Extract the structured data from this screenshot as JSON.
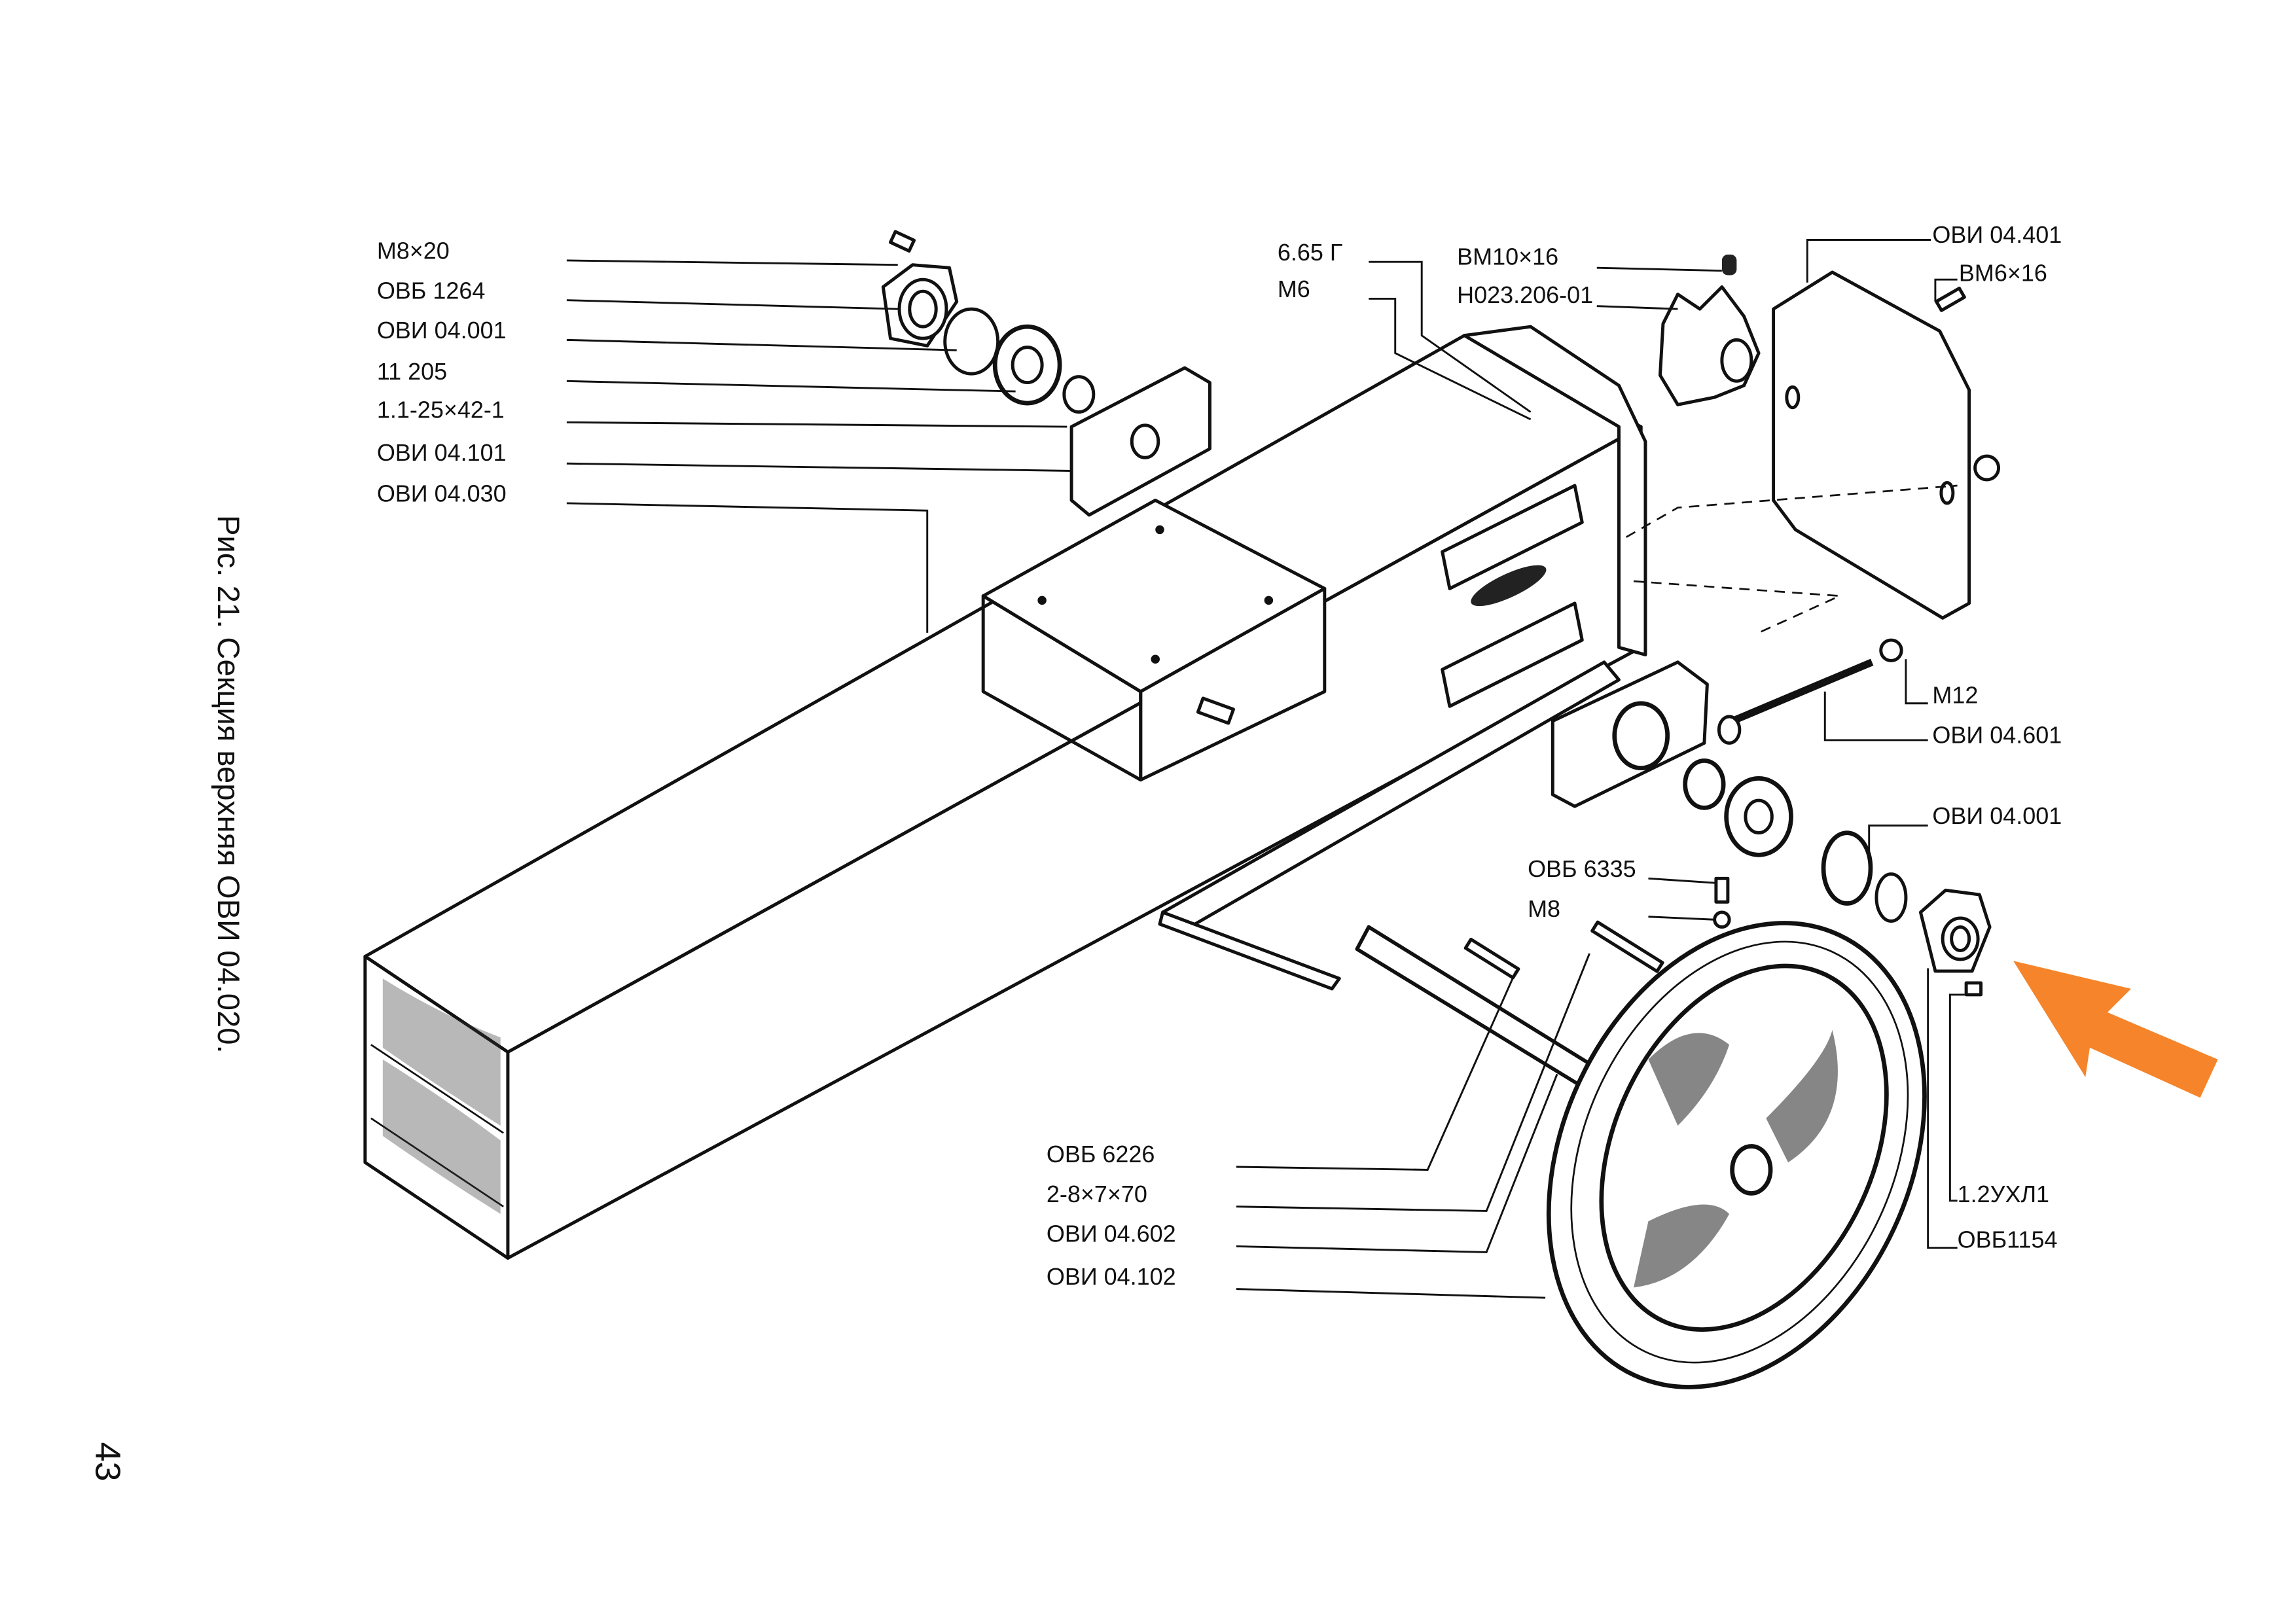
{
  "caption": "Рис. 21. Секция верхняя ОВИ 04.020.",
  "page_number": "43",
  "labels": {
    "left": [
      "М8×20",
      "ОВБ 1264",
      "ОВИ 04.001",
      "11 205",
      "1.1-25×42-1",
      "ОВИ 04.101",
      "ОВИ 04.030"
    ],
    "top": [
      "6.65 Г",
      "М6",
      "ВМ10×16",
      "Н023.206-01"
    ],
    "right": [
      "ОВИ 04.401",
      "ВМ6×16",
      "М12",
      "ОВИ 04.601",
      "ОВИ 04.001",
      "1.2УХЛ1",
      "ОВБ1154"
    ],
    "middle": [
      "ОВБ 6335",
      "М8"
    ],
    "bottom": [
      "ОВБ 6226",
      "2-8×7×70",
      "ОВИ 04.602",
      "ОВИ 04.102"
    ]
  },
  "colors": {
    "arrow": "#F5842A",
    "ink": "#111111"
  }
}
